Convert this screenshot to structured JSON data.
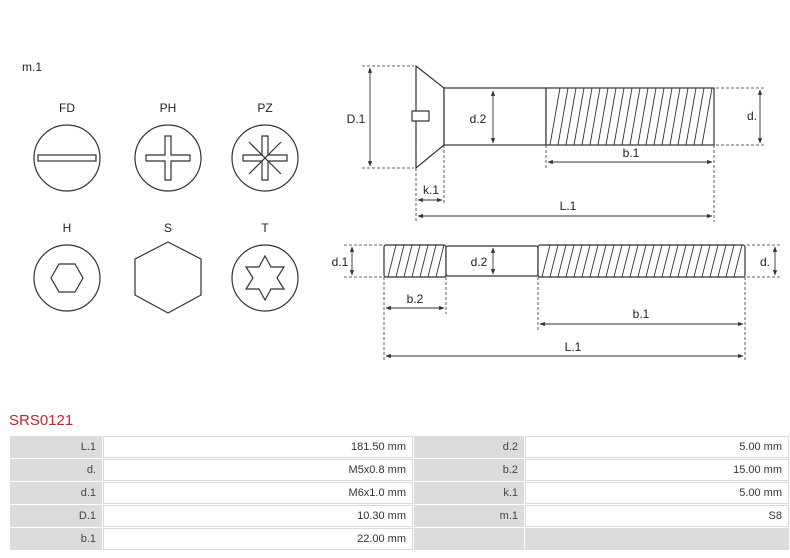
{
  "diagram": {
    "head_type_code": "m.1",
    "drive_types": [
      {
        "label": "FD"
      },
      {
        "label": "PH"
      },
      {
        "label": "PZ"
      },
      {
        "label": "H"
      },
      {
        "label": "S"
      },
      {
        "label": "T"
      }
    ],
    "top_labels": {
      "D1": "D.1",
      "d2": "d.2",
      "d": "d.",
      "b1": "b.1",
      "k1": "k.1",
      "L1": "L.1"
    },
    "bottom_labels": {
      "d1": "d.1",
      "d2": "d.2",
      "d": "d.",
      "b2": "b.2",
      "b1": "b.1",
      "L1": "L.1"
    }
  },
  "product": {
    "code": "SRS0121"
  },
  "specs": [
    {
      "label": "L.1",
      "value": "181.50 mm",
      "label2": "d.2",
      "value2": "5.00 mm"
    },
    {
      "label": "d.",
      "value": "M5x0.8 mm",
      "label2": "b.2",
      "value2": "15.00 mm"
    },
    {
      "label": "d.1",
      "value": "M6x1.0 mm",
      "label2": "k.1",
      "value2": "5.00 mm"
    },
    {
      "label": "D.1",
      "value": "10.30 mm",
      "label2": "m.1",
      "value2": "S8"
    },
    {
      "label": "b.1",
      "value": "22.00 mm",
      "label2": "",
      "value2": ""
    }
  ]
}
